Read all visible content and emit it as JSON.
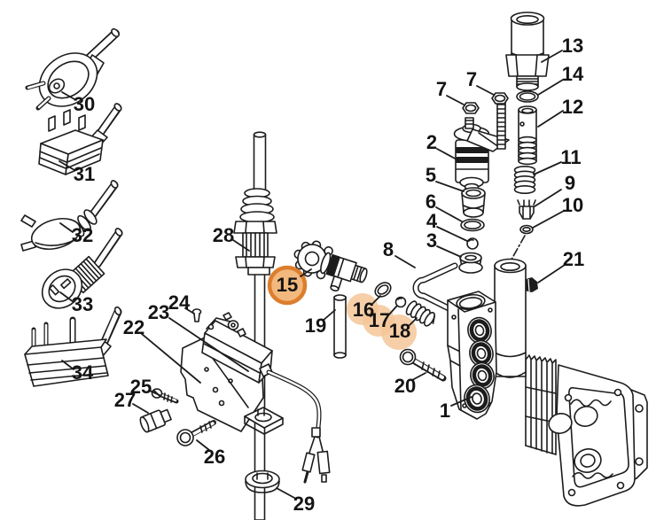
{
  "figure": {
    "background": "#ffffff",
    "line_color": "#1c1c1c"
  },
  "highlights": {
    "ring_color": "#dc7e2e",
    "ring_fill": "#f3b87e",
    "soft_fill": "#f5c698",
    "highlighted_callouts": [
      "15",
      "16",
      "17",
      "18"
    ]
  },
  "callouts": [
    {
      "label": "30"
    },
    {
      "label": "31"
    },
    {
      "label": "32"
    },
    {
      "label": "33"
    },
    {
      "label": "34"
    },
    {
      "label": "28"
    },
    {
      "label": "15"
    },
    {
      "label": "19"
    },
    {
      "label": "16"
    },
    {
      "label": "17"
    },
    {
      "label": "18"
    },
    {
      "label": "8"
    },
    {
      "label": "7"
    },
    {
      "label": "7"
    },
    {
      "label": "2"
    },
    {
      "label": "5"
    },
    {
      "label": "6"
    },
    {
      "label": "4"
    },
    {
      "label": "3"
    },
    {
      "label": "13"
    },
    {
      "label": "14"
    },
    {
      "label": "12"
    },
    {
      "label": "11"
    },
    {
      "label": "9"
    },
    {
      "label": "10"
    },
    {
      "label": "21"
    },
    {
      "label": "20"
    },
    {
      "label": "1"
    },
    {
      "label": "22"
    },
    {
      "label": "23"
    },
    {
      "label": "24"
    },
    {
      "label": "25"
    },
    {
      "label": "27"
    },
    {
      "label": "26"
    },
    {
      "label": "29"
    }
  ]
}
